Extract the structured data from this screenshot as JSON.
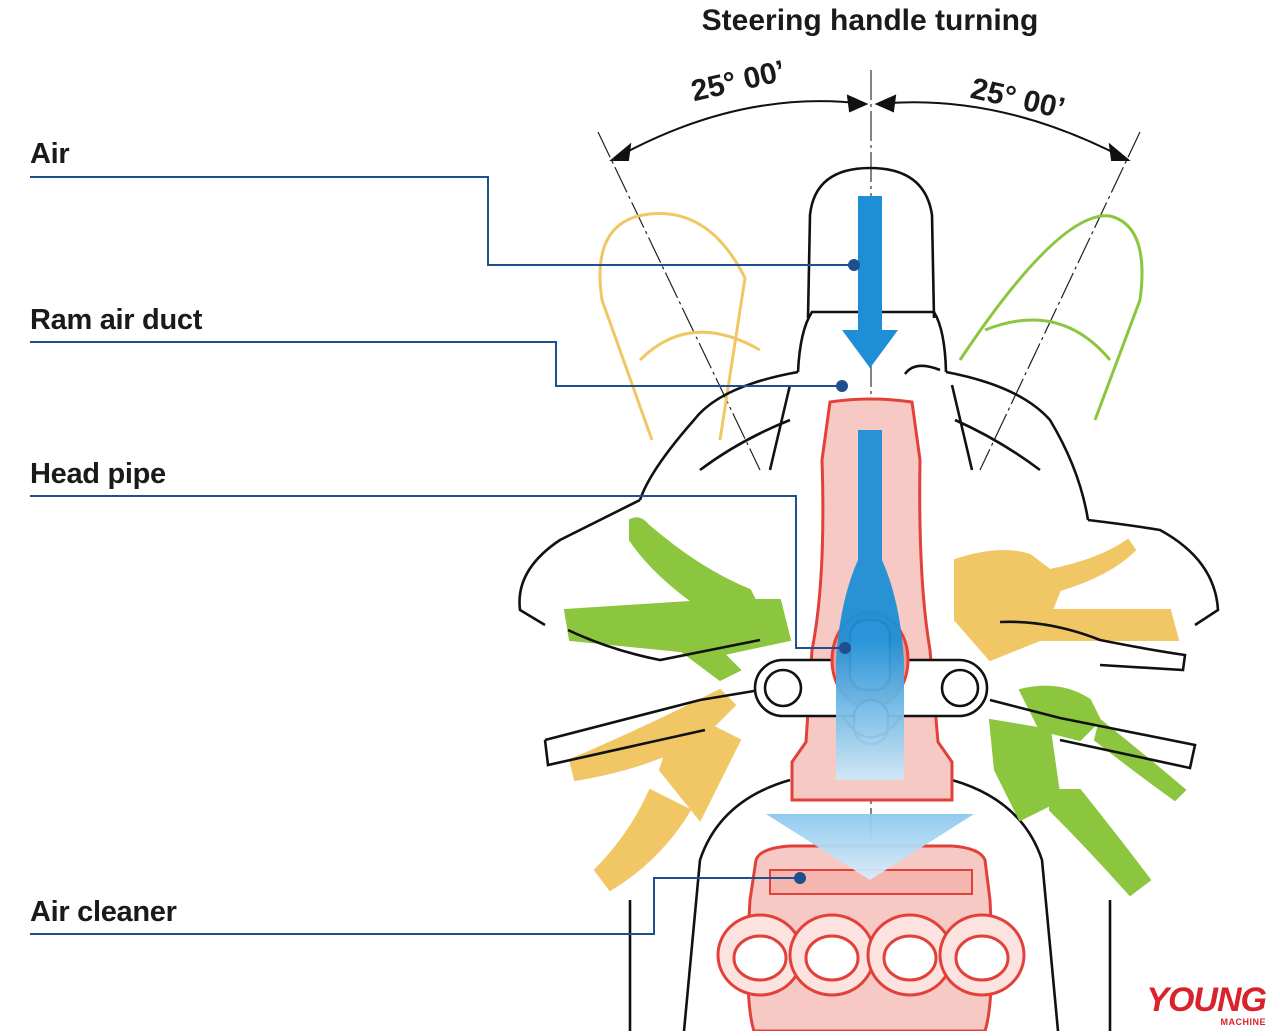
{
  "title": "Steering handle turning",
  "angle_left": "25° 00’",
  "angle_right": "25° 00’",
  "labels": {
    "air": "Air",
    "ram_air_duct": "Ram air duct",
    "head_pipe": "Head pipe",
    "air_cleaner": "Air cleaner"
  },
  "brand": {
    "main": "YOUNG",
    "sub": "MACHINE"
  },
  "colors": {
    "airflow_blue": "#1e8fd6",
    "frame_red": "#e2413a",
    "frame_fill": "#f7c9c4",
    "left_position": "#f1c766",
    "right_position": "#8cc63f",
    "leader_line": "#1f4f8f",
    "outline": "#111111",
    "brand_red": "#d9222a"
  }
}
